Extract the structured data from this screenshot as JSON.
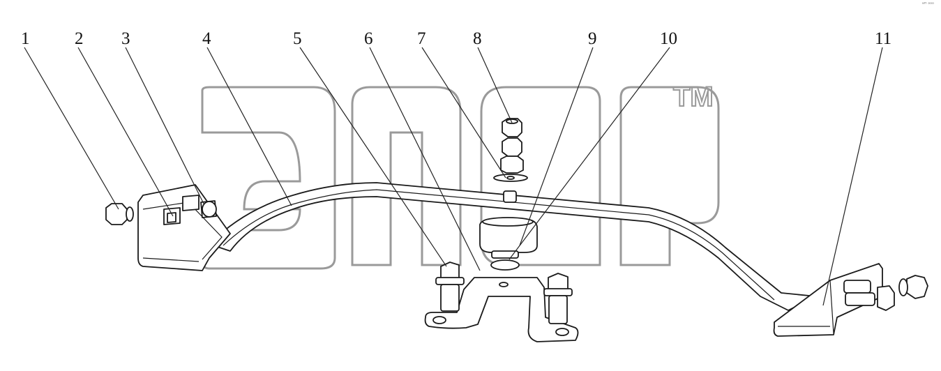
{
  "callouts": [
    "1",
    "2",
    "3",
    "4",
    "5",
    "6",
    "7",
    "8",
    "9",
    "10",
    "11"
  ],
  "watermark": {
    "trademark": "TM"
  },
  "corner_mark": "ᵃᴴ ᵒᵒᵒ"
}
